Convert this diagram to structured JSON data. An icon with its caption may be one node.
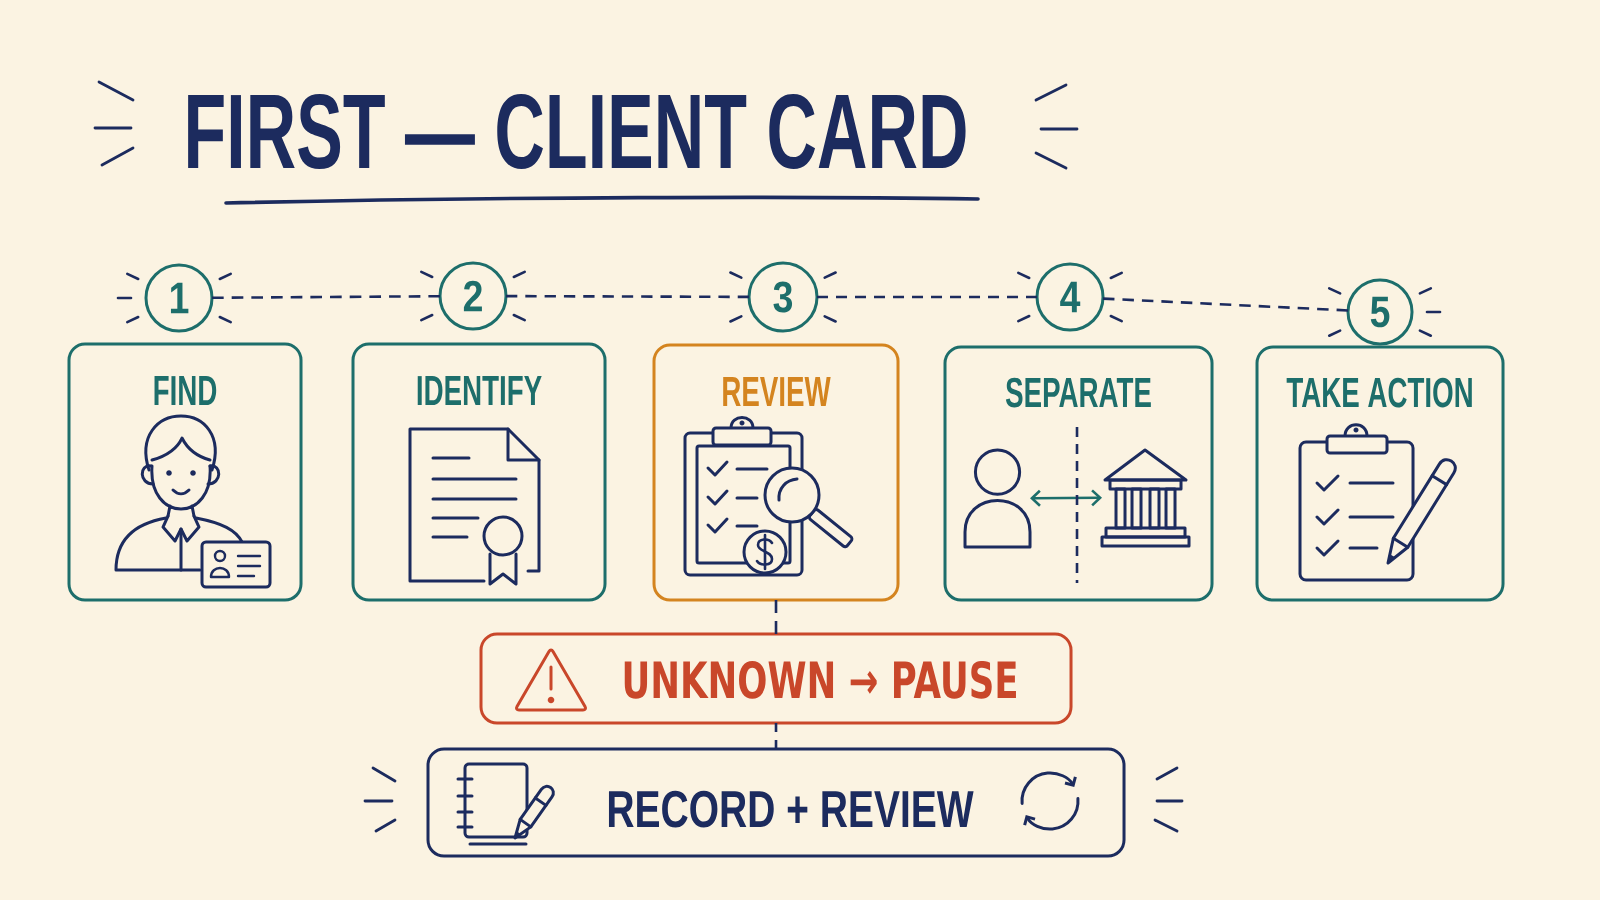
{
  "diagram": {
    "title": "FIRST — CLIENT CARD",
    "nodes": [
      {
        "text": [
          "1"
        ]
      },
      {
        "text": [
          "2"
        ]
      },
      {
        "text": [
          "3"
        ]
      },
      {
        "text": [
          "4"
        ]
      },
      {
        "text": [
          "5"
        ]
      },
      {
        "text": [
          "FIND"
        ]
      },
      {
        "text": [
          "IDENTIFY"
        ]
      },
      {
        "text": [
          "REVIEW"
        ]
      },
      {
        "text": [
          "SEPARATE"
        ]
      },
      {
        "text": [
          "TAKE ACTION"
        ]
      },
      {
        "text": [],
        "shape": "person",
        "in": 8
      },
      {
        "text": [],
        "shape": "picture",
        "in": 8
      },
      {
        "text": [
          "UNKNOWN → PAUSE"
        ]
      },
      {
        "text": [
          "RECORD + REVIEW"
        ]
      }
    ],
    "edges": [
      {
        "from": 0,
        "to": 1,
        "arrow": "none",
        "style": "dashed"
      },
      {
        "from": 1,
        "to": 2,
        "arrow": "none",
        "style": "dashed"
      },
      {
        "from": 2,
        "to": 3,
        "arrow": "none",
        "style": "dashed"
      },
      {
        "from": 3,
        "to": 4,
        "arrow": "none",
        "style": "dashed"
      },
      {
        "from": 7,
        "to": 12,
        "arrow": "none",
        "style": "dashed"
      },
      {
        "from": 12,
        "to": 13,
        "arrow": "none",
        "style": "dashed"
      },
      {
        "from": 10,
        "to": 11,
        "arrow": "both",
        "color": "#1d6e6b"
      }
    ]
  }
}
